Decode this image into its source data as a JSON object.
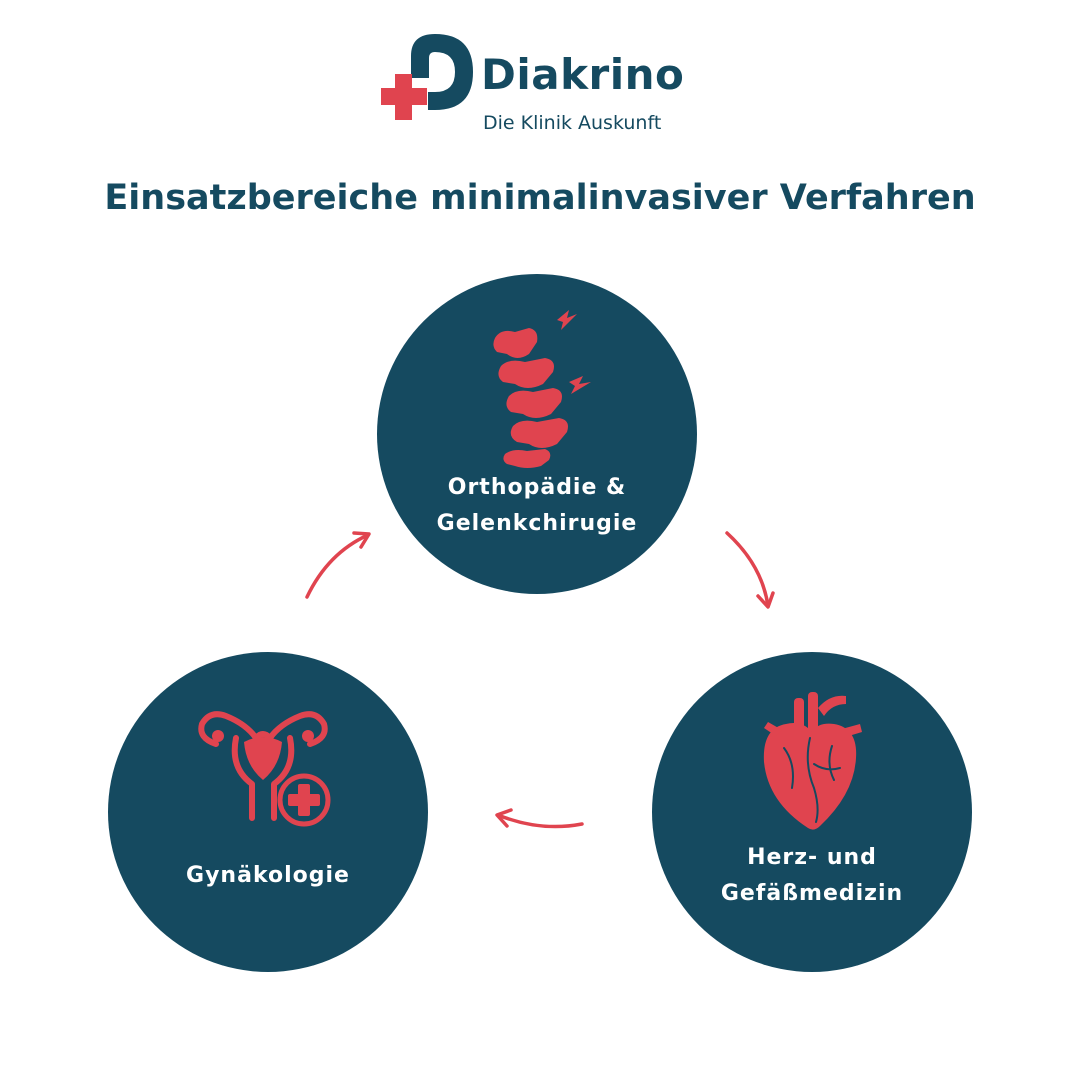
{
  "brand": {
    "name": "Diakrino",
    "tagline": "Die Klinik Auskunft"
  },
  "title": "Einsatzbereiche minimalinvasiver Verfahren",
  "nodes": [
    {
      "id": "orthopaedie",
      "icon": "spine-icon",
      "label_line1": "Orthopädie &",
      "label_line2": "Gelenkchirugie"
    },
    {
      "id": "herz",
      "icon": "heart-icon",
      "label_line1": "Herz- und",
      "label_line2": "Gefäßmedizin"
    },
    {
      "id": "gynaekologie",
      "icon": "uterus-icon",
      "label_line1": "Gynäkologie"
    }
  ],
  "colors": {
    "navy": "#154a60",
    "red": "#e0444f",
    "white": "#ffffff"
  }
}
